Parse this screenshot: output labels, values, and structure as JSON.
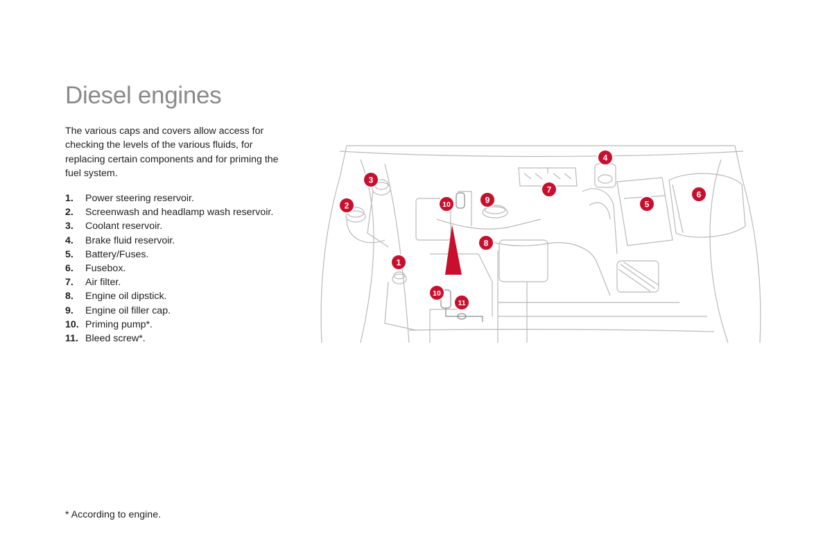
{
  "page": {
    "title": "Diesel engines",
    "intro": "The various caps and covers allow access for checking the levels of the various fluids, for replacing certain components and for priming the fuel system.",
    "footnote": "* According to engine."
  },
  "items": [
    {
      "num": "1.",
      "label": "Power steering reservoir."
    },
    {
      "num": "2.",
      "label": "Screenwash and headlamp wash reservoir."
    },
    {
      "num": "3.",
      "label": "Coolant reservoir."
    },
    {
      "num": "4.",
      "label": "Brake fluid reservoir."
    },
    {
      "num": "5.",
      "label": "Battery/Fuses."
    },
    {
      "num": "6.",
      "label": "Fusebox."
    },
    {
      "num": "7.",
      "label": "Air filter."
    },
    {
      "num": "8.",
      "label": "Engine oil dipstick."
    },
    {
      "num": "9.",
      "label": "Engine oil filler cap."
    },
    {
      "num": "10.",
      "label": "Priming pump*."
    },
    {
      "num": "11.",
      "label": "Bleed screw*."
    }
  ],
  "diagram": {
    "marker_color": "#c8102e",
    "markers": [
      "1",
      "2",
      "3",
      "4",
      "5",
      "6",
      "7",
      "8",
      "9",
      "10",
      "10",
      "11"
    ]
  }
}
